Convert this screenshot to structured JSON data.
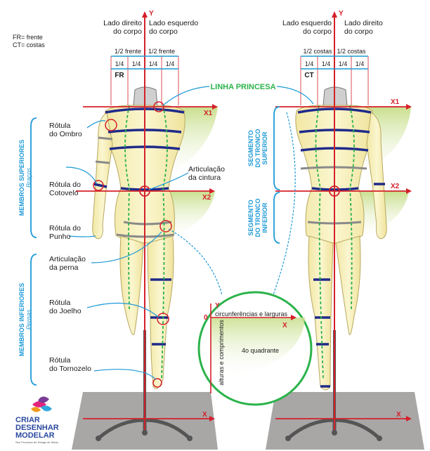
{
  "legend": {
    "fr": "FR= frente",
    "ct": "CT= costas"
  },
  "front": {
    "left_header": [
      "Lado direito",
      "do corpo"
    ],
    "right_header": [
      "Lado esquerdo",
      "do corpo"
    ],
    "half_left": "1/2 frente",
    "half_right": "1/2 frente",
    "quarters": [
      "1/4",
      "1/4",
      "1/4",
      "1/4"
    ],
    "tag": "FR"
  },
  "back": {
    "left_header": [
      "Lado esquerdo",
      "do corpo"
    ],
    "right_header": [
      "Lado direito",
      "do corpo"
    ],
    "half_left": "1/2 costas",
    "half_right": "1/2 costas",
    "quarters": [
      "1/4",
      "1/4",
      "1/4",
      "1/4"
    ],
    "tag": "CT"
  },
  "axes": {
    "y": "Y",
    "x": "X",
    "x1": "X1",
    "x2": "X2"
  },
  "princess_line": "LINHA PRINCESA",
  "labels": {
    "shoulder": [
      "Rótula",
      "do Ombro"
    ],
    "elbow": [
      "Rótula do",
      "Cotovelo"
    ],
    "wrist": [
      "Rótula do",
      "Punho"
    ],
    "waist": [
      "Articulação",
      "da cintura"
    ],
    "leg": [
      "Articulação",
      "da perna"
    ],
    "knee": [
      "Rótula",
      "do Joelho"
    ],
    "ankle": [
      "Rótula",
      "do Tornozelo"
    ]
  },
  "groups": {
    "upper": [
      "MEMBROS SUPERIORES",
      "Braços"
    ],
    "lower": [
      "MEMBROS INFERIORES",
      "Pernas"
    ],
    "trunk_upper": [
      "SEGMENTO",
      "DO TRONCO",
      "SUPERIOR"
    ],
    "trunk_lower": [
      "SEGMENTO",
      "DO TRONCO",
      "INFERIOR"
    ]
  },
  "inset": {
    "origin": "0",
    "x": "X",
    "y": "Y",
    "top_label": "circunferências e larguras",
    "side_label": "alturas e comprimentos",
    "quadrant": "4o quadrante"
  },
  "logo": {
    "line1": "CRIAR",
    "line2": "DESENHAR",
    "line3": "MODELAR",
    "tagline": "Seu Processo de Design de Moda"
  },
  "colors": {
    "axis": "#d4202a",
    "teal": "#1d9ad6",
    "navy": "#1f2a8a",
    "green": "#2bb34a",
    "body": "#f6efb4"
  }
}
